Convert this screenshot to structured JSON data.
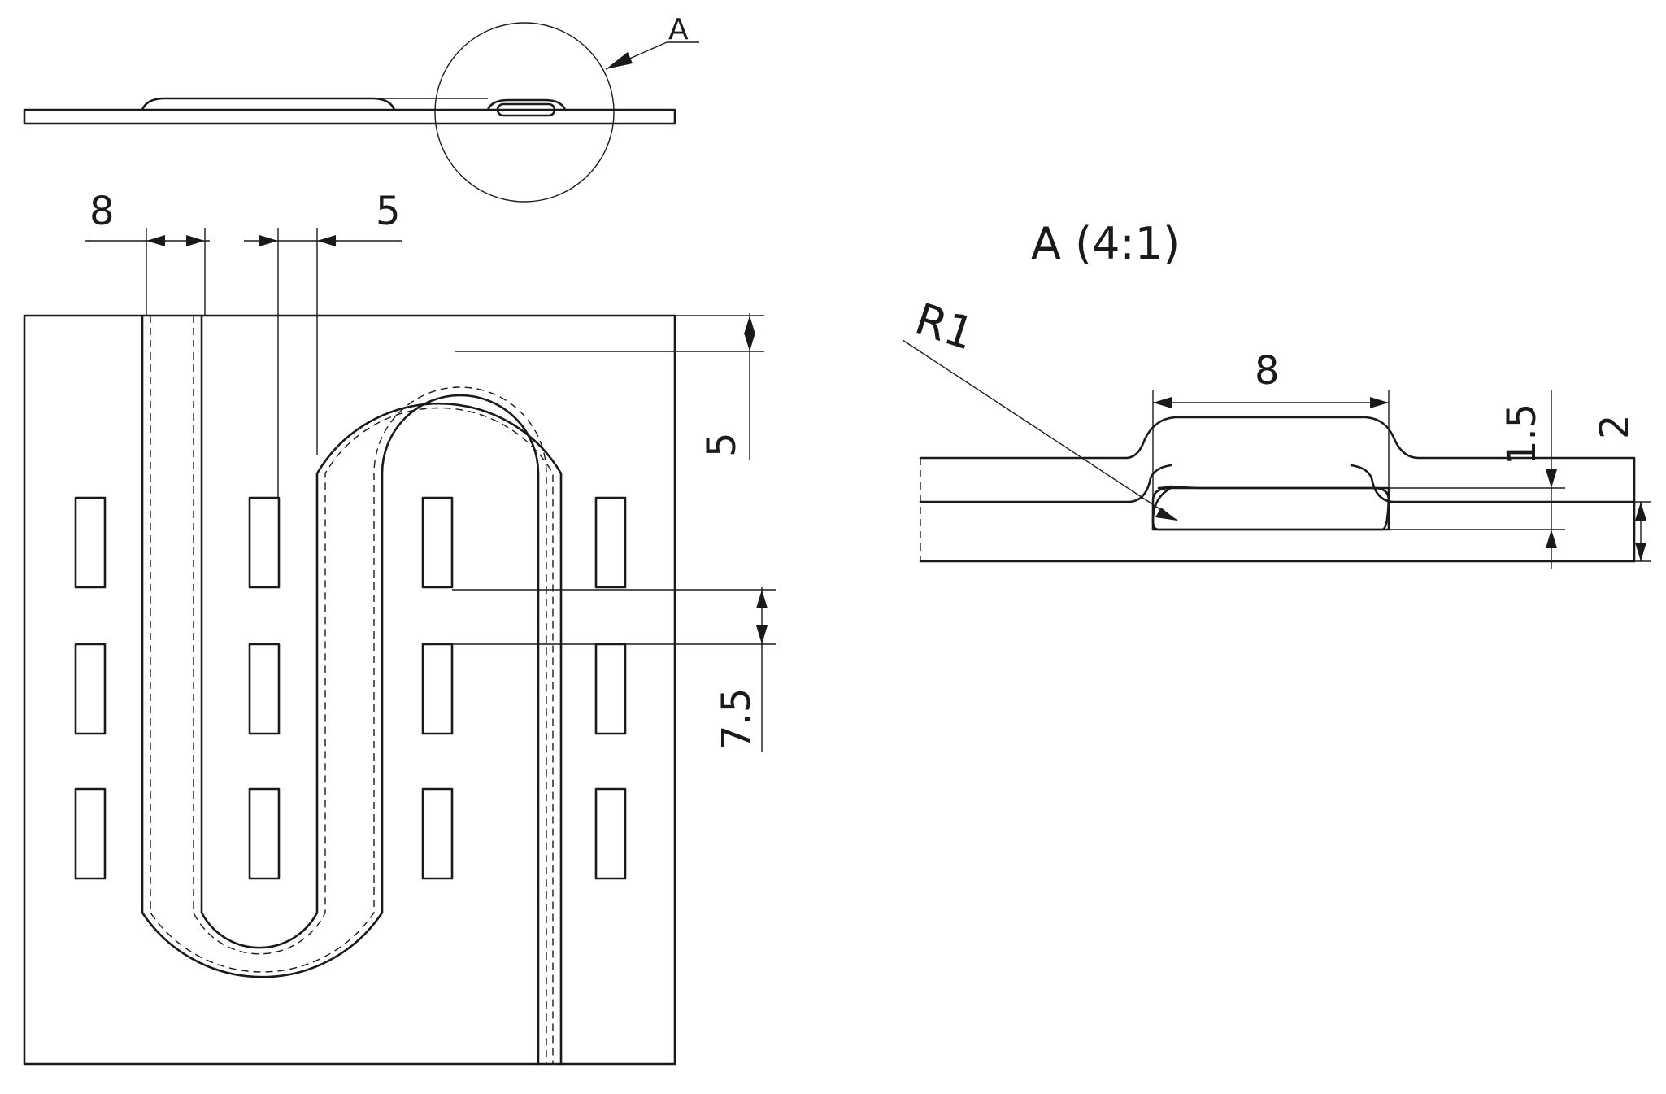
{
  "callout": {
    "label": "A"
  },
  "detail": {
    "title": "A (4:1)",
    "radius_label": "R1",
    "width_label": "8",
    "depth_label": "1.5",
    "thickness_label": "2"
  },
  "plan_view": {
    "channel_width_label": "8",
    "gap_label": "5",
    "top_offset_label": "5",
    "slot_spacing_label": "7.5"
  },
  "colors": {
    "line": "#1a1a1a",
    "background": "#ffffff"
  }
}
